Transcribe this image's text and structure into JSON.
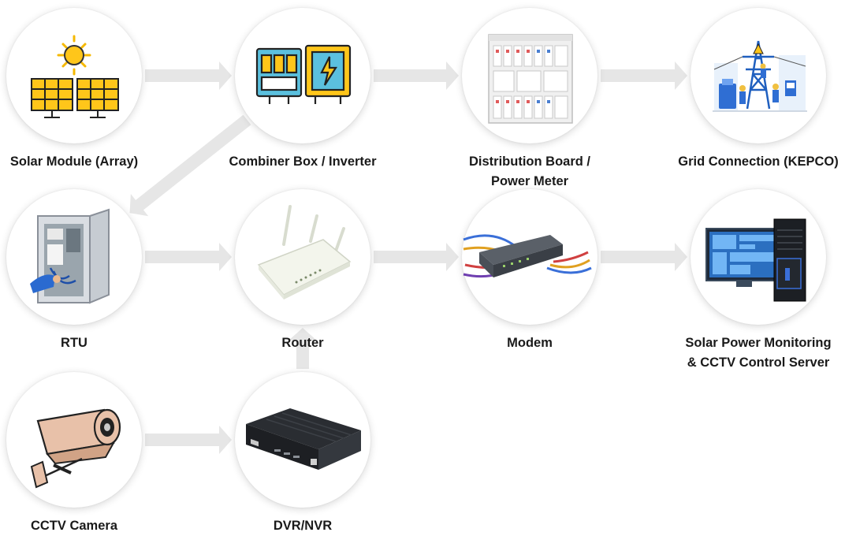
{
  "nodes": {
    "solar_module": {
      "label": "Solar Module (Array)",
      "icon": "solar-panel-icon"
    },
    "combiner_box": {
      "label": "Combiner Box / Inverter",
      "icon": "combiner-inverter-icon"
    },
    "distribution_board": {
      "label": "Distribution Board /\nPower Meter",
      "icon": "distribution-board-icon"
    },
    "grid_connection": {
      "label": "Grid Connection (KEPCO)",
      "icon": "power-grid-icon"
    },
    "rtu": {
      "label": "RTU",
      "icon": "rtu-cabinet-icon"
    },
    "router": {
      "label": "Router",
      "icon": "wifi-router-icon"
    },
    "modem": {
      "label": "Modem",
      "icon": "network-switch-icon"
    },
    "server": {
      "label": "Solar Power Monitoring\n& CCTV Control Server",
      "icon": "monitoring-server-icon"
    },
    "cctv": {
      "label": "CCTV Camera",
      "icon": "cctv-camera-icon"
    },
    "dvr": {
      "label": "DVR/NVR",
      "icon": "dvr-nvr-icon"
    }
  },
  "edges": [
    {
      "from": "solar_module",
      "to": "combiner_box"
    },
    {
      "from": "combiner_box",
      "to": "distribution_board"
    },
    {
      "from": "distribution_board",
      "to": "grid_connection"
    },
    {
      "from": "combiner_box",
      "to": "rtu"
    },
    {
      "from": "rtu",
      "to": "router"
    },
    {
      "from": "router",
      "to": "modem"
    },
    {
      "from": "modem",
      "to": "server"
    },
    {
      "from": "cctv",
      "to": "dvr"
    },
    {
      "from": "dvr",
      "to": "router"
    }
  ],
  "colors": {
    "arrow": "#e6e6e6",
    "label": "#1a1a1a",
    "accent_yellow": "#f5b800"
  }
}
